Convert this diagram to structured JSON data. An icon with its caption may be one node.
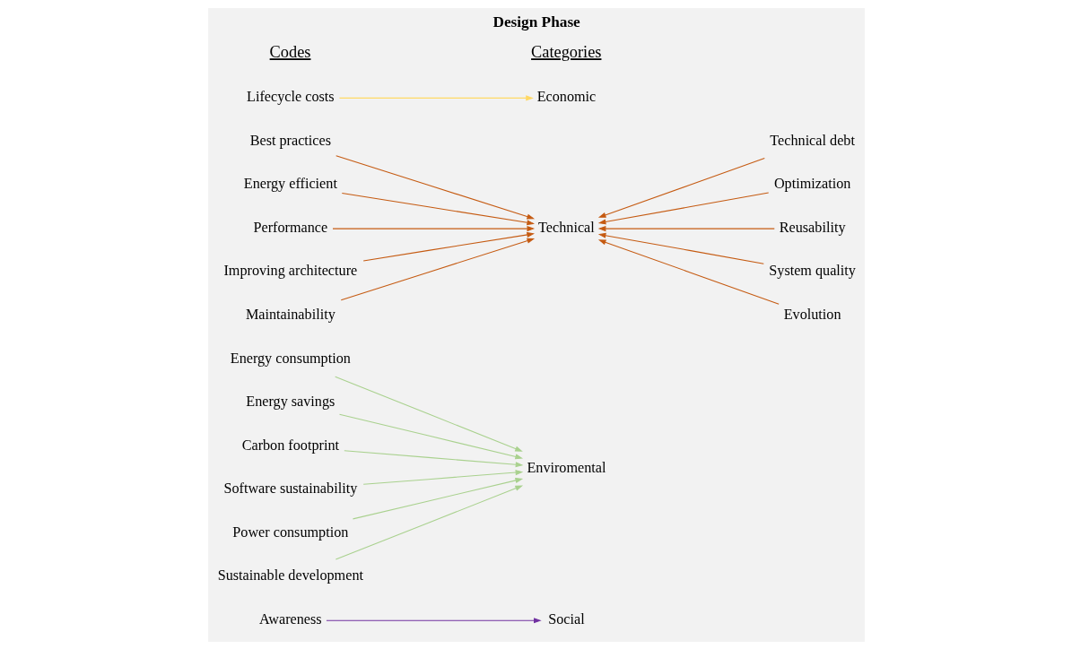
{
  "diagram": {
    "title": "Design Phase",
    "nodes": [
      {
        "text": [
          "Awareness"
        ]
      },
      {
        "text": [
          "Social"
        ]
      },
      {
        "text": [
          "Energy consumption"
        ]
      },
      {
        "text": [
          "Energy savings"
        ]
      },
      {
        "text": [
          "Carbon footprint"
        ]
      },
      {
        "text": [
          "Software sustainability"
        ]
      },
      {
        "text": [
          "Power consumption"
        ]
      },
      {
        "text": [
          "Sustainable development"
        ]
      },
      {
        "text": [
          "Enviromental"
        ]
      },
      {
        "text": [
          "Best practices"
        ]
      },
      {
        "text": [
          "Energy efficient"
        ]
      },
      {
        "text": [
          "Performance"
        ]
      },
      {
        "text": [
          "Improving architecture"
        ]
      },
      {
        "text": [
          "Maintainability"
        ]
      },
      {
        "text": [
          "Technical"
        ]
      },
      {
        "text": [
          "Technical debt"
        ]
      },
      {
        "text": [
          "Optimization"
        ]
      },
      {
        "text": [
          "Reusability"
        ]
      },
      {
        "text": [
          "System quality"
        ]
      },
      {
        "text": [
          "Evolution"
        ]
      },
      {
        "text": [
          "Lifecycle costs"
        ]
      },
      {
        "text": [
          "Economic"
        ]
      }
    ],
    "edges": [
      {
        "from": 0,
        "to": 1,
        "arrow": "to",
        "color": "#7030a0"
      },
      {
        "from": 2,
        "to": 8,
        "arrow": "to",
        "color": "#a9d18e"
      },
      {
        "from": 3,
        "to": 8,
        "arrow": "to",
        "color": "#a9d18e"
      },
      {
        "from": 4,
        "to": 8,
        "arrow": "to",
        "color": "#a9d18e"
      },
      {
        "from": 5,
        "to": 8,
        "arrow": "to",
        "color": "#a9d18e"
      },
      {
        "from": 6,
        "to": 8,
        "arrow": "to",
        "color": "#a9d18e"
      },
      {
        "from": 7,
        "to": 8,
        "arrow": "to",
        "color": "#a9d18e"
      },
      {
        "from": 9,
        "to": 14,
        "arrow": "to"
      },
      {
        "from": 10,
        "to": 14,
        "arrow": "to"
      },
      {
        "from": 11,
        "to": 14,
        "arrow": "to"
      },
      {
        "from": 12,
        "to": 14,
        "arrow": "to"
      },
      {
        "from": 13,
        "to": 14,
        "arrow": "to"
      },
      {
        "from": 15,
        "to": 14,
        "arrow": "to"
      },
      {
        "from": 16,
        "to": 14,
        "arrow": "to"
      },
      {
        "from": 17,
        "to": 14,
        "arrow": "to"
      },
      {
        "from": 18,
        "to": 14,
        "arrow": "to"
      },
      {
        "from": 19,
        "to": 14,
        "arrow": "to"
      },
      {
        "from": 20,
        "to": 21,
        "arrow": "to",
        "color": "#ffd966"
      }
    ],
    "labels": [
      "Codes",
      "Categories"
    ]
  }
}
